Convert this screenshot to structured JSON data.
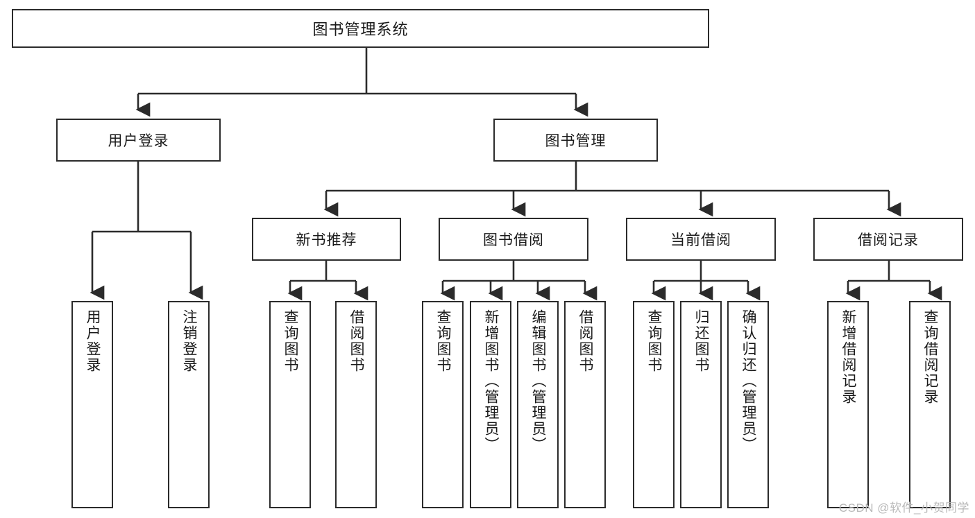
{
  "diagram": {
    "title": "图书管理系统",
    "type": "tree",
    "watermark": "CSDN @软件_小贺同学",
    "root": {
      "label": "图书管理系统"
    },
    "level2": [
      {
        "label": "用户登录"
      },
      {
        "label": "图书管理"
      }
    ],
    "level3": [
      {
        "label": "新书推荐"
      },
      {
        "label": "图书借阅"
      },
      {
        "label": "当前借阅"
      },
      {
        "label": "借阅记录"
      }
    ],
    "leaves": {
      "user_login": [
        {
          "label": "用户登录"
        },
        {
          "label": "注销登录"
        }
      ],
      "new_book_recommend": [
        {
          "label": "查询图书"
        },
        {
          "label": "借阅图书"
        }
      ],
      "book_borrow": [
        {
          "label": "查询图书"
        },
        {
          "label": "新增图书（管理员）"
        },
        {
          "label": "编辑图书（管理员）"
        },
        {
          "label": "借阅图书"
        }
      ],
      "current_borrow": [
        {
          "label": "查询图书"
        },
        {
          "label": "归还图书"
        },
        {
          "label": "确认归还（管理员）"
        }
      ],
      "borrow_record": [
        {
          "label": "新增借阅记录"
        },
        {
          "label": "查询借阅记录"
        }
      ]
    },
    "colors": {
      "stroke": "#2b2b2b",
      "fill": "#ffffff",
      "text": "#1a1a1a",
      "watermark": "#b9b9b9"
    }
  }
}
